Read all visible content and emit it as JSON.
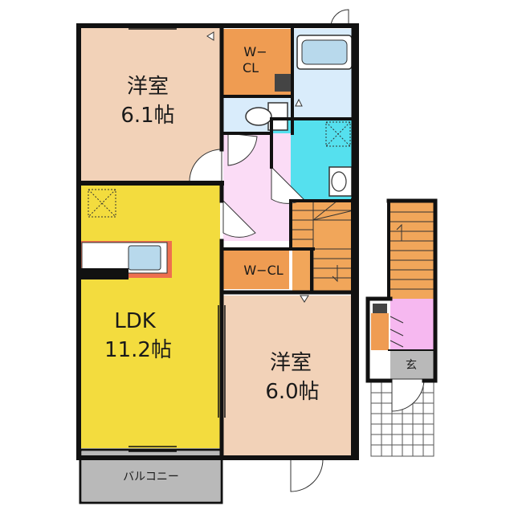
{
  "rooms": {
    "western_room_1": {
      "name": "洋室",
      "size": "6.1帖"
    },
    "ldk": {
      "name": "LDK",
      "size": "11.2帖"
    },
    "western_room_2": {
      "name": "洋室",
      "size": "6.0帖"
    },
    "walkin_closet_1": {
      "line1": "W−",
      "line2": "CL"
    },
    "walkin_closet_2": {
      "label": "W−CL"
    },
    "balcony": {
      "label": "バルコニー"
    },
    "entrance": {
      "label": "玄"
    }
  },
  "colors": {
    "western_room": "#f2d2b8",
    "ldk": "#f3dc3e",
    "closet": "#ef9c52",
    "bath": "#d9ecfb",
    "washroom": "#55e0ee",
    "hall": "#fbdcf6",
    "stairs": "#f1a65a",
    "balcony": "#b9b9b9",
    "entrance_hall": "#f6b8f0",
    "kitchen_counter": "#ee6f4f",
    "wall": "#111111"
  }
}
